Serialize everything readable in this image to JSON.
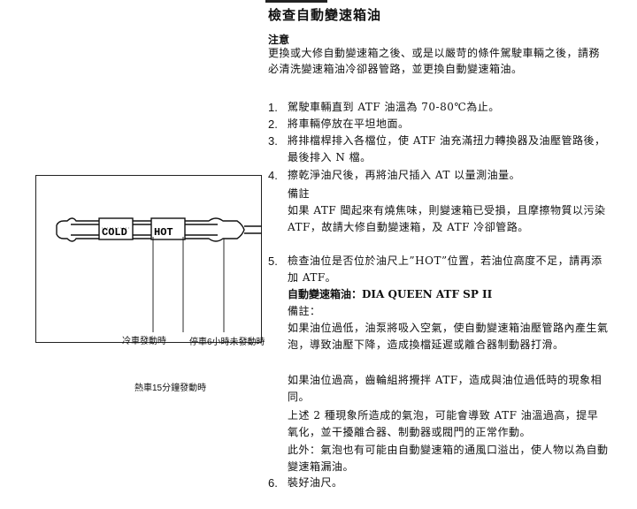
{
  "page": {
    "title": "檢查自動變速箱油",
    "note_heading": "注意",
    "note_text": "更換或大修自動變速箱之後、或是以嚴苛的條件駕駛車輛之後，請務必清洗變速箱油冷卻器管路，並更換自動變速箱油。"
  },
  "steps": [
    {
      "num": "1.",
      "text": "駕駛車輛直到 ATF 油溫為 70-80℃為止。"
    },
    {
      "num": "2.",
      "text": "將車輛停放在平坦地面。"
    },
    {
      "num": "3.",
      "text": "將排檔桿排入各檔位，使 ATF 油充滿扭力轉換器及油壓管路後，最後排入 N 檔。"
    },
    {
      "num": "4.",
      "text": "擦乾淨油尺後，再將油尺插入 AT 以量測油量。"
    },
    {
      "num": "5.",
      "text": "檢查油位是否位於油尺上”HOT”位置，若油位高度不足，請再添加 ATF。"
    },
    {
      "num": "6.",
      "text": "裝好油尺。"
    }
  ],
  "step4_note": {
    "heading": "備註",
    "text": "如果 ATF 聞起來有燒焦味，則變速箱已受損，且摩擦物質以污染 ATF，故請大修自動變速箱，及 ATF 冷卻管路。"
  },
  "step5_detail": {
    "fluid_label": "自動變速箱油：DIA QUEEN ATF SP II",
    "heading": "備註：",
    "low_text": "如果油位過低，油泵將吸入空氣，使自動變速箱油壓管路內產生氣泡，導致油壓下降，造成換檔延遲或離合器制動器打滑。",
    "high_text": "如果油位過高，齒輪組將攪拌 ATF，造成與油位過低時的現象相同。",
    "bubble_text": "上述 2 種現象所造成的氣泡，可能會導致 ATF 油溫過高，提早氧化，並干擾離合器、制動器或閥門的正常作動。",
    "leak_text": "此外：氣泡也有可能由自動變速箱的通風口溢出，使人物以為自動變速箱漏油。"
  },
  "diagram": {
    "cold_label": "COLD",
    "hot_label": "HOT",
    "cold_caption": "冷車發動時",
    "warm_caption": "熱車15分鐘發動時",
    "soak_caption": "停車6小時未發動時"
  }
}
